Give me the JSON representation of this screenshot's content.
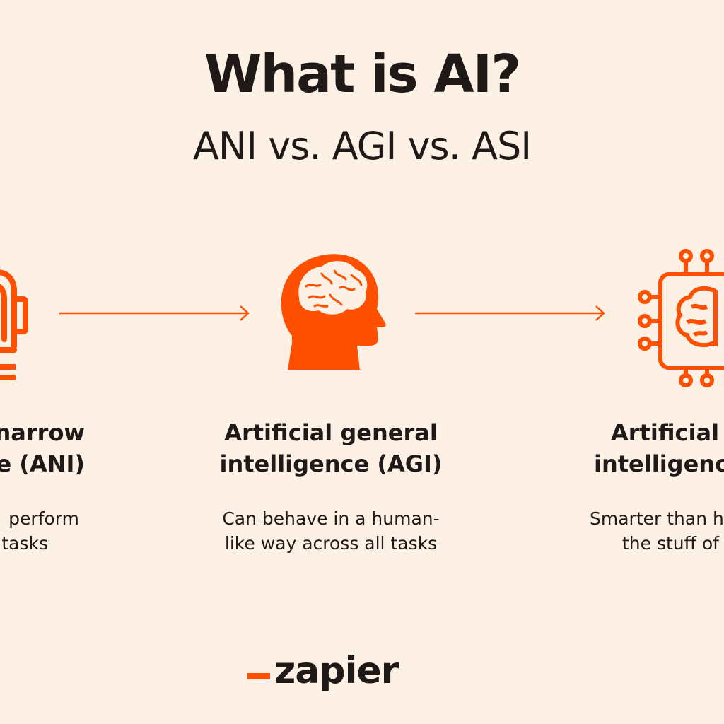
{
  "header": {
    "title": "What is AI?",
    "subtitle": "ANI vs. AGI vs. ASI"
  },
  "columns": [
    {
      "title_line1": "narrow",
      "title_line2": "ce (ANI)",
      "desc_line1": "perform",
      "desc_line2": "tasks",
      "icon": "robot-arm-icon"
    },
    {
      "title_line1": "Artificial general",
      "title_line2": "intelligence (AGI)",
      "desc_line1": "Can behave in a human-",
      "desc_line2": "like way across all tasks",
      "icon": "human-head-brain-icon"
    },
    {
      "title_line1": "Artificial s",
      "title_line2": "intelligence",
      "desc_line1": "Smarter than h",
      "desc_line2": "the stuff of",
      "icon": "brain-chip-icon"
    }
  ],
  "logo": {
    "text": "zapier"
  },
  "colors": {
    "accent": "#ff4f00",
    "background": "#fdf1e6",
    "text": "#1f1a17"
  }
}
